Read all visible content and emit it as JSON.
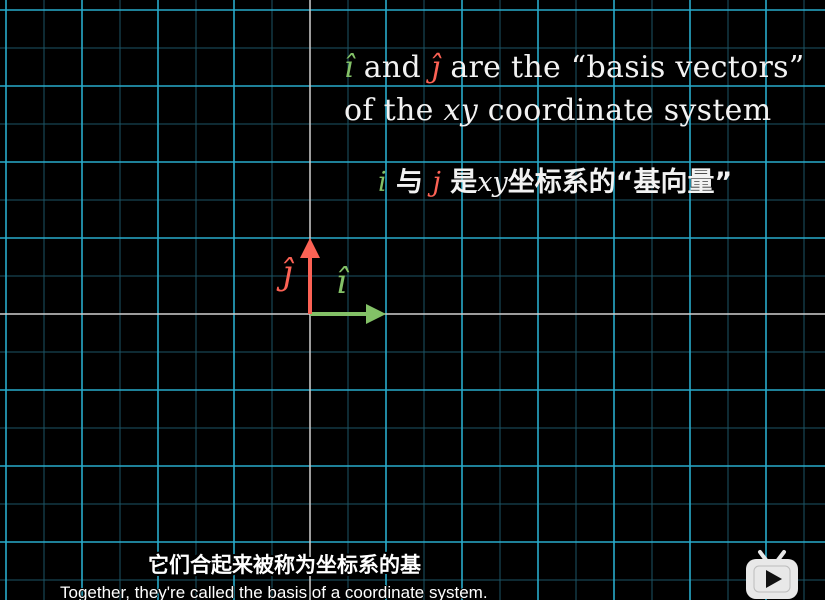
{
  "caption_en": {
    "line1_i": "î",
    "line1_and": " and ",
    "line1_j": "ĵ",
    "line1_rest": " are the “basis vectors”",
    "line2_of": "of the ",
    "line2_xy": "xy",
    "line2_rest": " coordinate system"
  },
  "caption_zh": {
    "i": "i",
    "yu": " 与 ",
    "j": "j",
    "shi": " 是",
    "xy": "xy",
    "rest": "坐标系的“基向量”"
  },
  "vectors": {
    "i_label": "î",
    "j_label": "ĵ",
    "i_color": "#83c167",
    "j_color": "#fc6255"
  },
  "subtitles": {
    "chinese": "它们合起来被称为坐标系的基",
    "english": "Together, they're called the basis of a coordinate system."
  },
  "colors": {
    "background": "#000000",
    "grid_major": "#29abca",
    "grid_minor": "#1c5566",
    "axis": "#cccccc",
    "text": "#f2f2f2"
  },
  "logo": {
    "icon": "bilibili-tv-icon"
  }
}
